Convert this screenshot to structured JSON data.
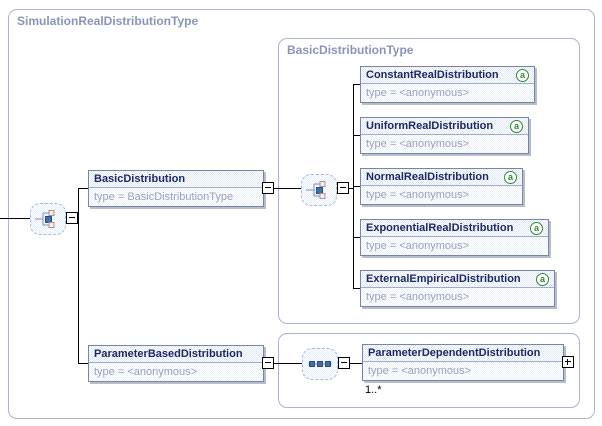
{
  "containers": {
    "outer": {
      "title": "SimulationRealDistributionType"
    },
    "basic": {
      "title": "BasicDistributionType"
    }
  },
  "elements": {
    "basic_distribution": {
      "name": "BasicDistribution",
      "type": "type = BasicDistributionType"
    },
    "parameter_based": {
      "name": "ParameterBasedDistribution",
      "type": "type = <anonymous>"
    },
    "choice_children": [
      {
        "name": "ConstantRealDistribution",
        "type": "type = <anonymous>"
      },
      {
        "name": "UniformRealDistribution",
        "type": "type = <anonymous>"
      },
      {
        "name": "NormalRealDistribution",
        "type": "type = <anonymous>"
      },
      {
        "name": "ExponentialRealDistribution",
        "type": "type = <anonymous>"
      },
      {
        "name": "ExternalEmpiricalDistribution",
        "type": "type = <anonymous>"
      }
    ],
    "sequence_child": {
      "name": "ParameterDependentDistribution",
      "type": "type = <anonymous>",
      "cardinality": "1..*"
    }
  },
  "icons": {
    "attributes_glyph": "a"
  },
  "colors": {
    "accent_green": "#2f8a2f",
    "box_border": "#7486ad",
    "container_border": "#a9b4cc",
    "title_text": "#8895b8",
    "header_text": "#1c2a66"
  }
}
